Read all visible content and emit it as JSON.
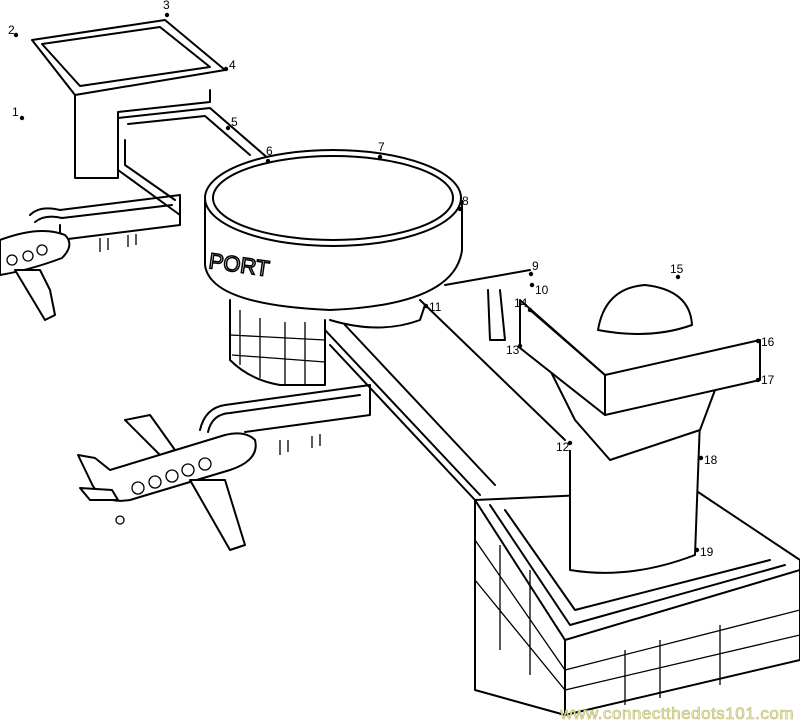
{
  "puzzle": {
    "dot_labels": [
      "1",
      "2",
      "3",
      "4",
      "5",
      "6",
      "7",
      "8",
      "9",
      "10",
      "11",
      "12",
      "13",
      "14",
      "15",
      "16",
      "17",
      "18",
      "19"
    ],
    "building_text": "PORT"
  },
  "footer": {
    "watermark": "www.connectthedots101.com"
  },
  "colors": {
    "line": "#000000",
    "background": "#ffffff",
    "watermark_fill": "#f2f2c0"
  }
}
